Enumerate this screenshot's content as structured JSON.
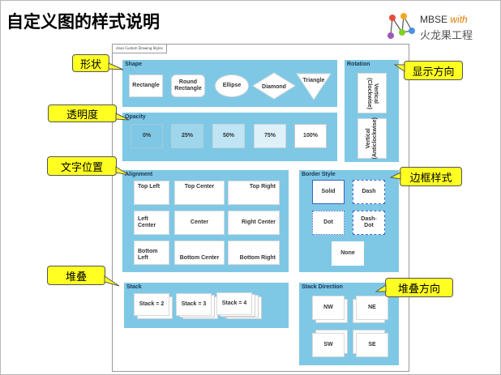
{
  "title": "自定义图的样式说明",
  "logo": {
    "brand": "MBSE",
    "with": "with",
    "sub": "火龙果工程",
    "dot_colors": [
      "#e94b3c",
      "#f5a623",
      "#4a90e2",
      "#7ed321",
      "#9b59b6"
    ]
  },
  "diagram_tab": "class Custom Drawing Styles",
  "shape": {
    "title": "Shape",
    "items": [
      "Rectangle",
      "Round\nRectangle",
      "Ellipse",
      "Diamond",
      "Triangle"
    ]
  },
  "opacity": {
    "title": "Opacity",
    "items": [
      "0%",
      "25%",
      "50%",
      "75%",
      "100%"
    ],
    "levels": [
      0,
      0.25,
      0.5,
      0.75,
      1
    ]
  },
  "rotation": {
    "title": "Rotation",
    "items": [
      "Vertical\n(Clockwise)",
      "Vertical\n(Anticlockwise)"
    ]
  },
  "alignment": {
    "title": "Alignment",
    "items": [
      "Top Left",
      "Top Center",
      "Top Right",
      "Left\nCenter",
      "Center",
      "Right Center",
      "Bottom\nLeft",
      "Bottom Center",
      "Bottom Right"
    ]
  },
  "border_style": {
    "title": "Border Style",
    "items": [
      "Solid",
      "Dash",
      "Dot",
      "Dash-\nDot",
      "None"
    ]
  },
  "stack": {
    "title": "Stack",
    "items": [
      "Stack = 2",
      "Stack = 3",
      "Stack = 4"
    ]
  },
  "stack_direction": {
    "title": "Stack Direction",
    "items": [
      "NW",
      "NE",
      "SW",
      "SE"
    ]
  },
  "callouts": [
    "形状",
    "透明度",
    "文字位置",
    "堆叠",
    "显示方向",
    "边框样式",
    "堆叠方向"
  ],
  "colors": {
    "panel": "#7ec8e6",
    "callout": "#ffff22",
    "border_accent": "#3a5fcd"
  }
}
